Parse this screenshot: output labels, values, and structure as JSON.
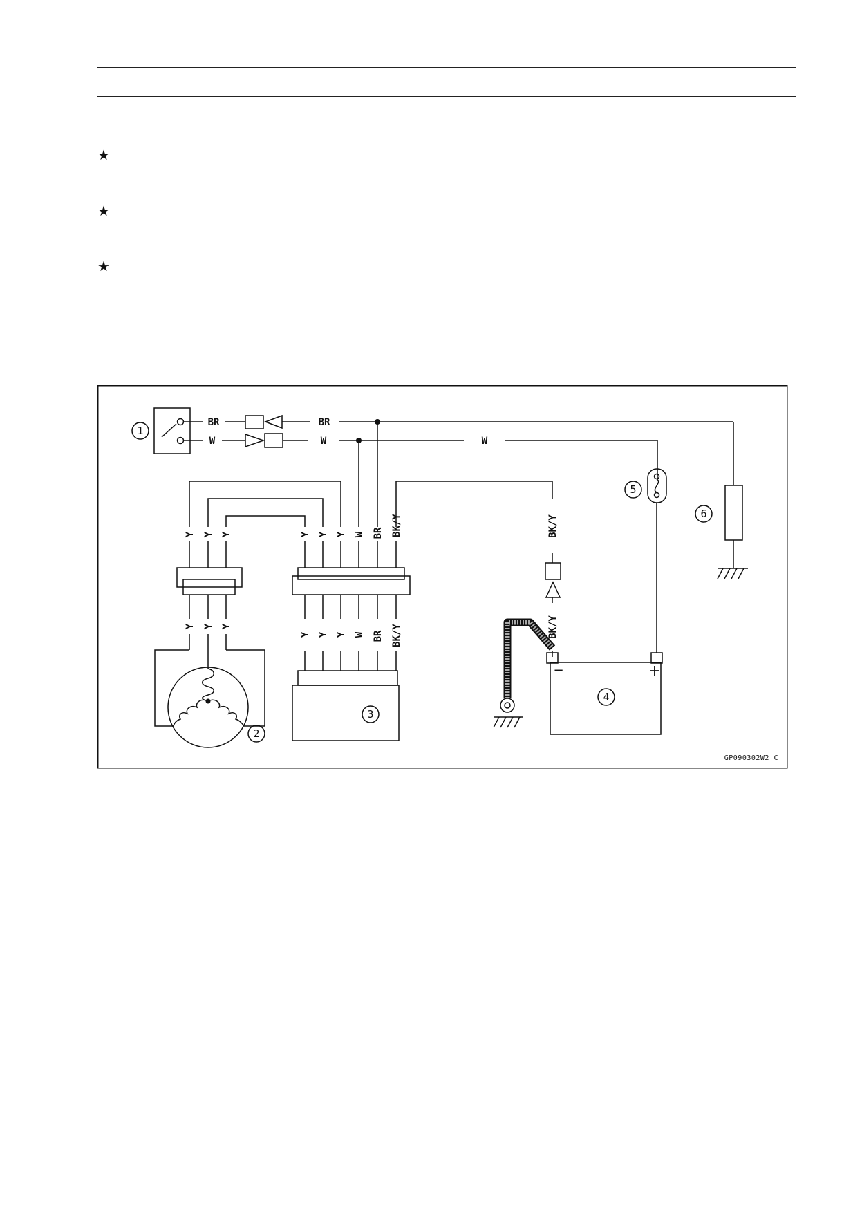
{
  "bullets": [
    {
      "icon": "star-icon",
      "symbol": "★"
    },
    {
      "icon": "star-icon",
      "symbol": "★"
    },
    {
      "icon": "star-icon",
      "symbol": "★"
    }
  ],
  "diagram": {
    "callouts": {
      "c1": "1",
      "c2": "2",
      "c3": "3",
      "c4": "4",
      "c5": "5",
      "c6": "6"
    },
    "wires": {
      "br": "BR",
      "w": "W",
      "y": "Y",
      "bky": "BK/Y"
    },
    "battery": {
      "minus": "−",
      "plus": "+"
    },
    "figure_code": "GP090302W2 C"
  }
}
